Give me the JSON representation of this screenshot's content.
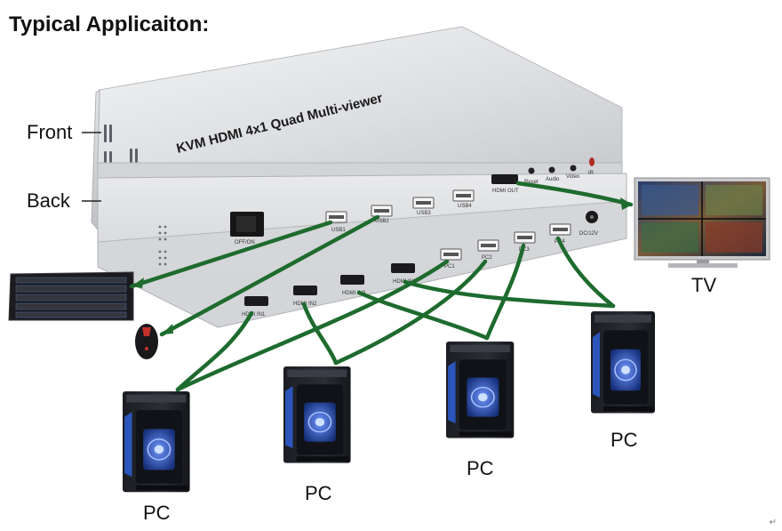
{
  "title": "Typical Applicaiton:",
  "device": {
    "name": "KVM  HDMI 4x1 Quad Multi-viewer",
    "front_label": "Front",
    "back_label": "Back",
    "front_ports": [
      "HDMI OUT",
      "Reset",
      "Audio",
      "Video",
      "IR"
    ],
    "back_ports": {
      "switch": "OFF/ON",
      "usb_top": [
        "USB1",
        "USB2",
        "USB3",
        "USB4"
      ],
      "hdmi_in": [
        "HDMI IN1",
        "HDMI IN2",
        "HDMI IN3",
        "HDMI IN4"
      ],
      "usb_pc": [
        "PC1",
        "PC2",
        "PC3",
        "PC4"
      ],
      "power": "DC/12V"
    }
  },
  "display_label": "TV",
  "pc_label": "PC",
  "colors": {
    "cable": "#1e6b2e",
    "chassis": "#d9dadd",
    "accent_blue": "#2a56c6"
  },
  "return_glyph": "↵"
}
